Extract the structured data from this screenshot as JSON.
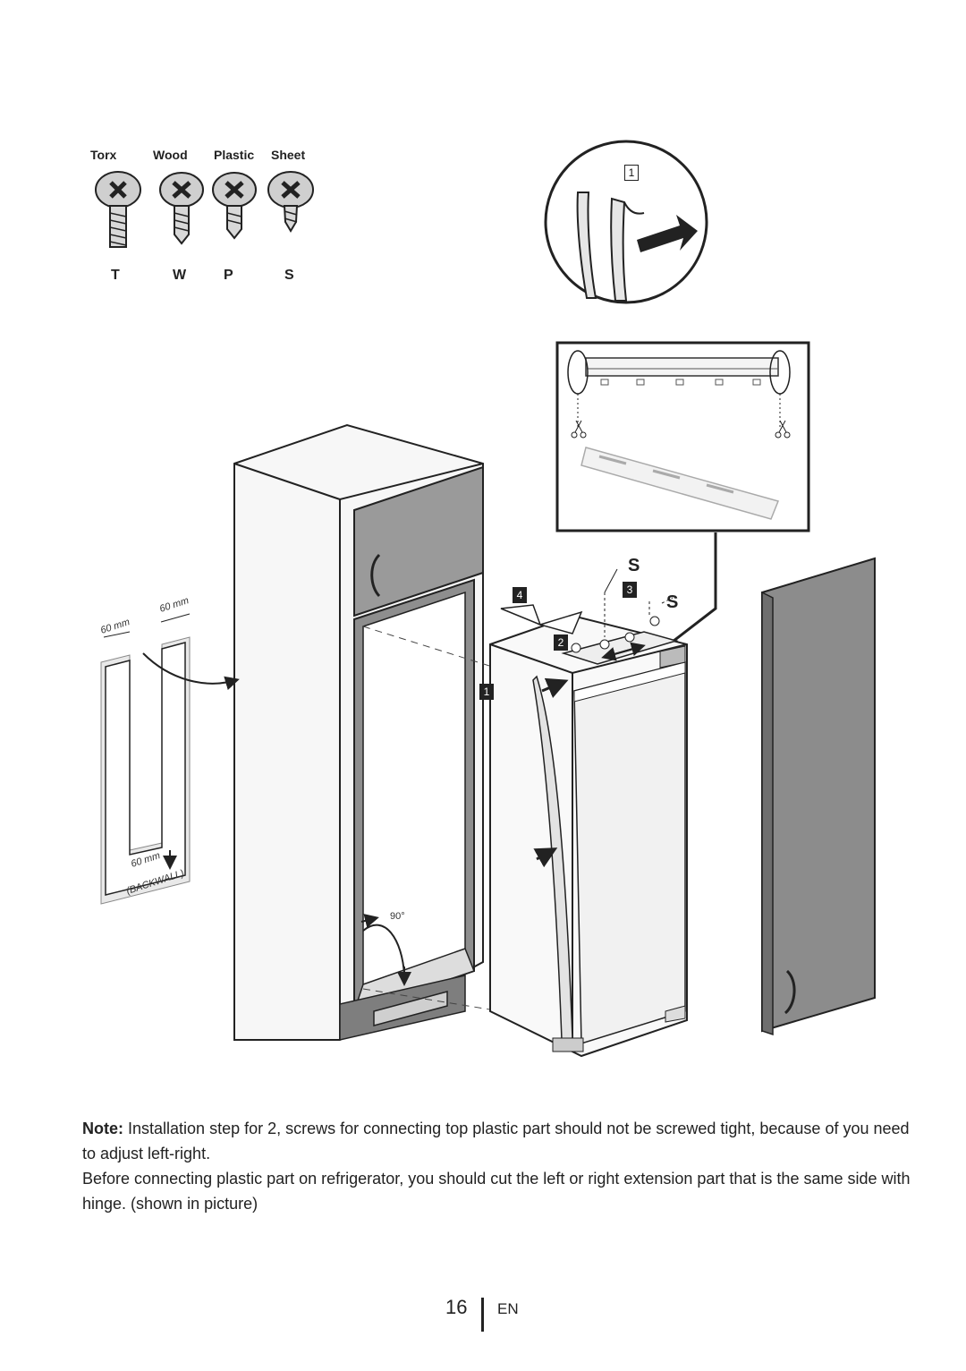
{
  "screws": [
    {
      "name": "Torx",
      "code": "T"
    },
    {
      "name": "Wood",
      "code": "W"
    },
    {
      "name": "Plastic",
      "code": "P"
    },
    {
      "name": "Sheet",
      "code": "S"
    }
  ],
  "callouts": {
    "detail_step": "1",
    "step_1": "1",
    "step_2": "2",
    "step_3": "3",
    "step_4": "4",
    "screw_s_1": "S",
    "screw_s_2": "S"
  },
  "dimensions": {
    "left_gap": "60 mm",
    "right_gap": "60 mm",
    "depth": "60 mm",
    "backwall": "(BACKWALL)",
    "angle": "90°"
  },
  "note": {
    "label": "Note:",
    "line1": "Installation step for 2, screws for connecting top plastic part should not be screwed tight, because of you need to adjust left-right.",
    "line2": "Before connecting plastic part on refrigerator,  you should  cut the left or right  extension part that is the same side with hinge. (shown in picture)"
  },
  "footer": {
    "page_number": "16",
    "language": "EN"
  }
}
